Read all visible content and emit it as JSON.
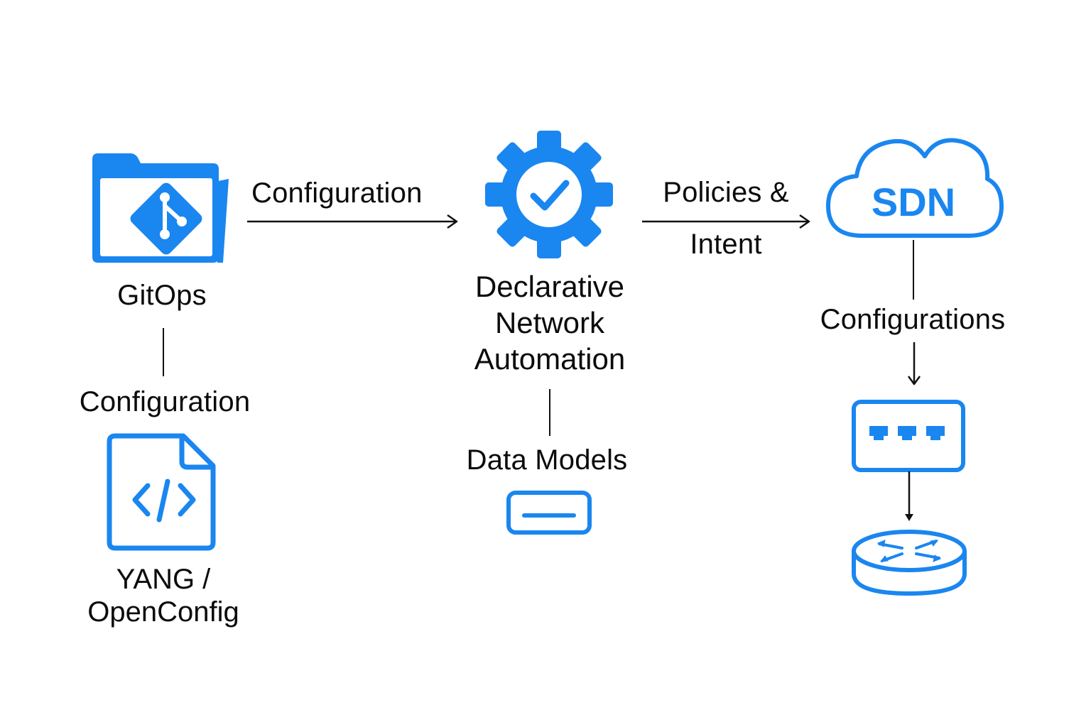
{
  "colors": {
    "accent": "#1a86f0",
    "text": "#0b0b0b",
    "line": "#111111",
    "background": "#ffffff"
  },
  "left": {
    "gitops_icon": "git-folder-icon",
    "gitops_label": "GitOps",
    "connector_label": "Configuration",
    "file_icon": "code-file-icon",
    "yang_label_line1": "YANG /",
    "yang_label_line2": "OpenConfig"
  },
  "arrow1": {
    "label": "Configuration"
  },
  "center": {
    "gear_icon": "gear-check-icon",
    "title_line1": "Declarative",
    "title_line2": "Network",
    "title_line3": "Automation",
    "connector_label": "Data Models",
    "data_icon": "data-model-bar-icon"
  },
  "arrow2": {
    "label_line1": "Policies &",
    "label_line2": "Intent"
  },
  "right": {
    "cloud_icon": "cloud-icon",
    "cloud_text": "SDN",
    "connector_label": "Configurations",
    "switch_icon": "network-switch-icon",
    "router_icon": "router-icon"
  }
}
